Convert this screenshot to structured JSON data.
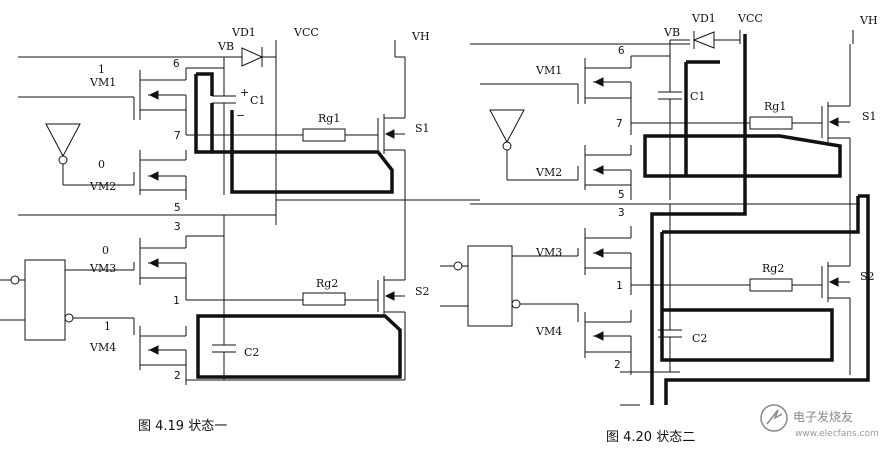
{
  "diagram_left": {
    "caption": "图 4.19 状态一",
    "labels": {
      "vd1": "VD1",
      "vcc": "VCC",
      "vb": "VB",
      "vh": "VH",
      "vm1": "VM1",
      "vm2": "VM2",
      "vm3": "VM3",
      "vm4": "VM4",
      "c1": "C1",
      "c2": "C2",
      "rg1": "Rg1",
      "rg2": "Rg2",
      "s1": "S1",
      "s2": "S2",
      "plus": "+",
      "minus": "−"
    },
    "pins": {
      "p6": "6",
      "p7": "7",
      "p5": "5",
      "p3": "3",
      "p1": "1",
      "p2": "2"
    },
    "states": {
      "vm1": "1",
      "vm2": "0",
      "vm3": "0",
      "vm4": "1"
    }
  },
  "diagram_right": {
    "caption": "图 4.20 状态二",
    "labels": {
      "vd1": "VD1",
      "vcc": "VCC",
      "vb": "VB",
      "vh": "VH",
      "vm1": "VM1",
      "vm2": "VM2",
      "vm3": "VM3",
      "vm4": "VM4",
      "c1": "C1",
      "c2": "C2",
      "rg1": "Rg1",
      "rg2": "Rg2",
      "s1": "S1",
      "s2": "S2"
    },
    "pins": {
      "p6": "6",
      "p7": "7",
      "p5": "5",
      "p3": "3",
      "p1": "1",
      "p2": "2"
    }
  },
  "watermark": {
    "brand": "电子发烧友",
    "url": "www.elecfans.com"
  },
  "colors": {
    "line": "#111111",
    "paper": "#ffffff",
    "watermark": "#888888"
  }
}
